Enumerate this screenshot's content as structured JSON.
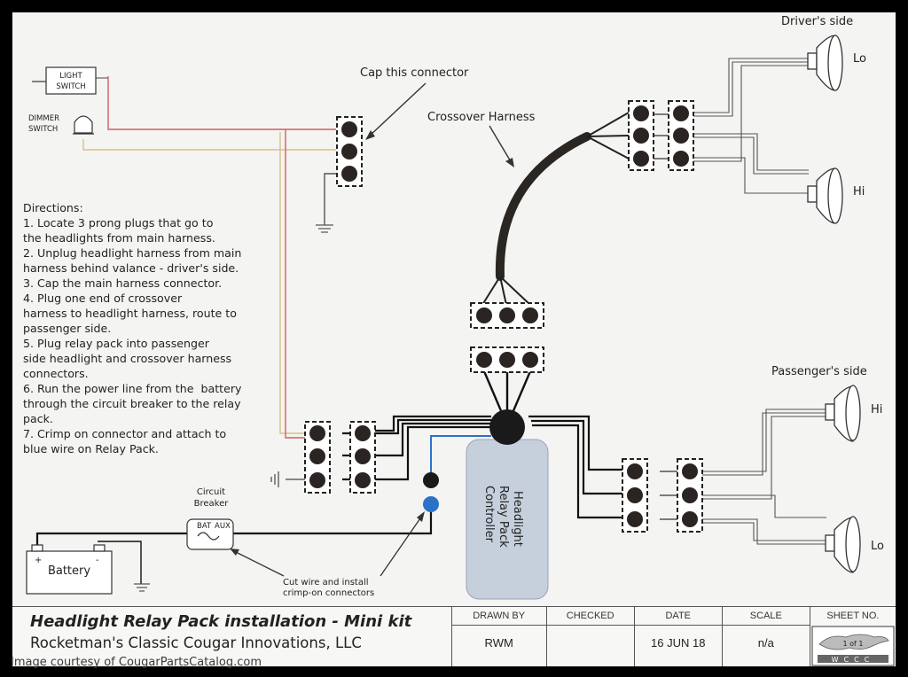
{
  "diagram": {
    "labels": {
      "light_switch_1": "LIGHT",
      "light_switch_2": "SWITCH",
      "dimmer_switch_1": "DIMMER",
      "dimmer_switch_2": "SWITCH",
      "cap_connector": "Cap this connector",
      "crossover_harness": "Crossover Harness",
      "drivers_side": "Driver's side",
      "drivers_lo": "Lo",
      "drivers_hi": "Hi",
      "passengers_side": "Passenger's side",
      "passengers_hi": "Hi",
      "passengers_lo": "Lo",
      "circuit_breaker_1": "Circuit",
      "circuit_breaker_2": "Breaker",
      "bat": "BAT",
      "aux": "AUX",
      "battery": "Battery",
      "battery_plus": "+",
      "battery_minus": "-",
      "cut_wire_1": "Cut wire and install",
      "cut_wire_2": "crimp-on connectors",
      "relay_pack_1": "Headlight",
      "relay_pack_2": "Relay Pack",
      "relay_pack_3": "Controller"
    },
    "directions": [
      "Directions:",
      "1. Locate 3 prong plugs that go to",
      "the headlights from main harness.",
      "2. Unplug headlight harness from main",
      "harness behind valance - driver's side.",
      "3. Cap the main harness connector.",
      "4. Plug one end of crossover",
      "harness to headlight harness, route to",
      "passenger side.",
      "5. Plug relay pack into passenger",
      "side headlight and crossover harness",
      "connectors.",
      "6. Run the power line from the  battery",
      "through the circuit breaker to the relay",
      "pack.",
      "7. Crimp on connector and attach to",
      "blue wire on Relay Pack."
    ]
  },
  "title_block": {
    "title": "Headlight Relay Pack installation - Mini kit",
    "company": "Rocketman's Classic Cougar Innovations, LLC",
    "drawn_by_label": "DRAWN BY",
    "drawn_by": "RWM",
    "checked_label": "CHECKED",
    "checked": "",
    "date_label": "DATE",
    "date": "16 JUN 18",
    "scale_label": "SCALE",
    "scale": "n/a",
    "sheet_label": "SHEET NO.",
    "sheet_value": "1 of 1",
    "logo_text": "WCCC"
  },
  "credit": "Image courtesy of CougarPartsCatalog.com",
  "colors": {
    "background": "#f4f4f2",
    "wire_dark": "#111111",
    "wire_red": "#d06060",
    "wire_tan": "#d8c08a",
    "wire_blue": "#2a73c8",
    "relay_pack_fill": "#c6cfdc"
  }
}
